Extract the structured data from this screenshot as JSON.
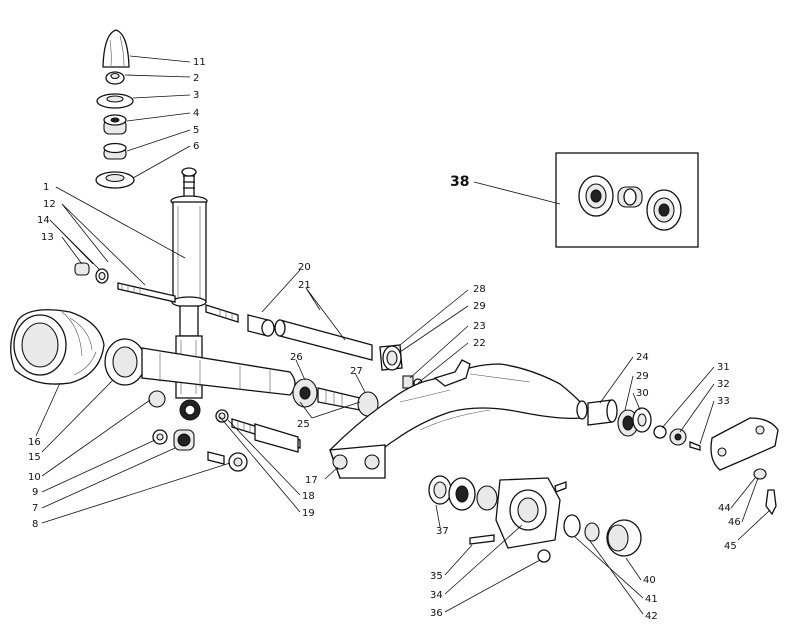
{
  "callouts": {
    "n1": "1",
    "n2": "2",
    "n3": "3",
    "n4": "4",
    "n5": "5",
    "n6": "6",
    "n7": "7",
    "n8": "8",
    "n9": "9",
    "n10": "10",
    "n11": "11",
    "n12": "12",
    "n13": "13",
    "n14": "14",
    "n15": "15",
    "n16": "16",
    "n17": "17",
    "n18": "18",
    "n19": "19",
    "n20": "20",
    "n21": "21",
    "n22": "22",
    "n23": "23",
    "n24": "24",
    "n25": "25",
    "n26": "26",
    "n27": "27",
    "n28": "28",
    "n29a": "29",
    "n29b": "29",
    "n30": "30",
    "n31": "31",
    "n32": "32",
    "n33": "33",
    "n34": "34",
    "n35": "35",
    "n36": "36",
    "n37": "37",
    "n38": "38",
    "n40": "40",
    "n41": "41",
    "n42": "42",
    "n44": "44",
    "n45": "45",
    "n46": "46"
  }
}
